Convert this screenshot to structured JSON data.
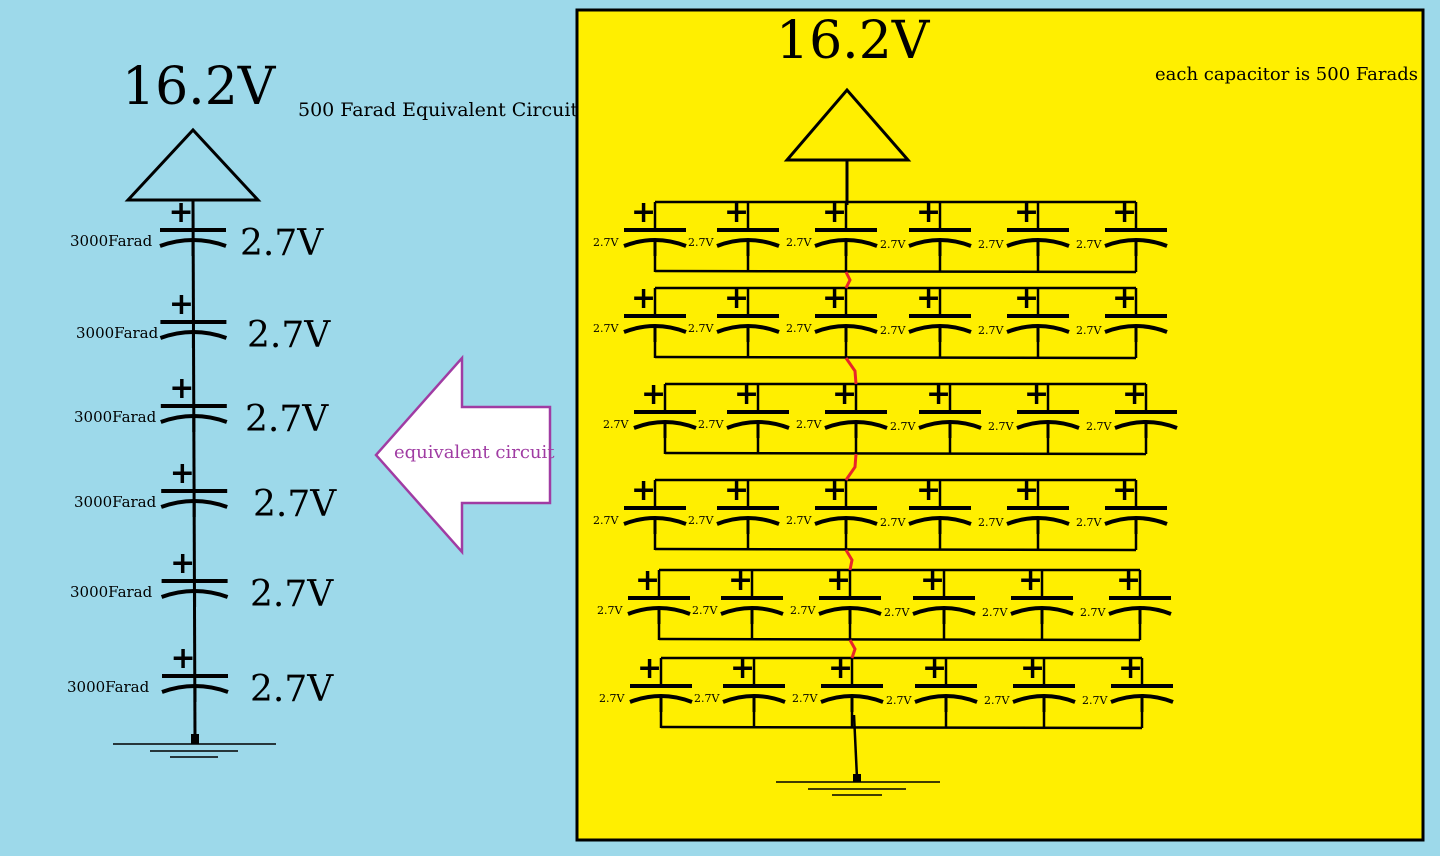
{
  "colors": {
    "background": "#9dd9ea",
    "panel": "#ffef00",
    "wire": "#000000",
    "series_link": "#e8262a",
    "arrow_stroke": "#a03ca3",
    "arrow_text": "#a03ca3"
  },
  "left": {
    "supply_voltage": "16.2V",
    "title": "500 Farad Equivalent Circuit",
    "capacitors": [
      {
        "cap": "3000Farad",
        "volt": "2.7V"
      },
      {
        "cap": "3000Farad",
        "volt": "2.7V"
      },
      {
        "cap": "3000Farad",
        "volt": "2.7V"
      },
      {
        "cap": "3000Farad",
        "volt": "2.7V"
      },
      {
        "cap": "3000Farad",
        "volt": "2.7V"
      },
      {
        "cap": "3000Farad",
        "volt": "2.7V"
      }
    ],
    "plus_symbol": "+"
  },
  "arrow": {
    "label": "equivalent circuit"
  },
  "right": {
    "supply_voltage": "16.2V",
    "note": "each capacitor is 500 Farads",
    "cell_voltage": "2.7V",
    "rows": 6,
    "caps_per_row": 6
  }
}
